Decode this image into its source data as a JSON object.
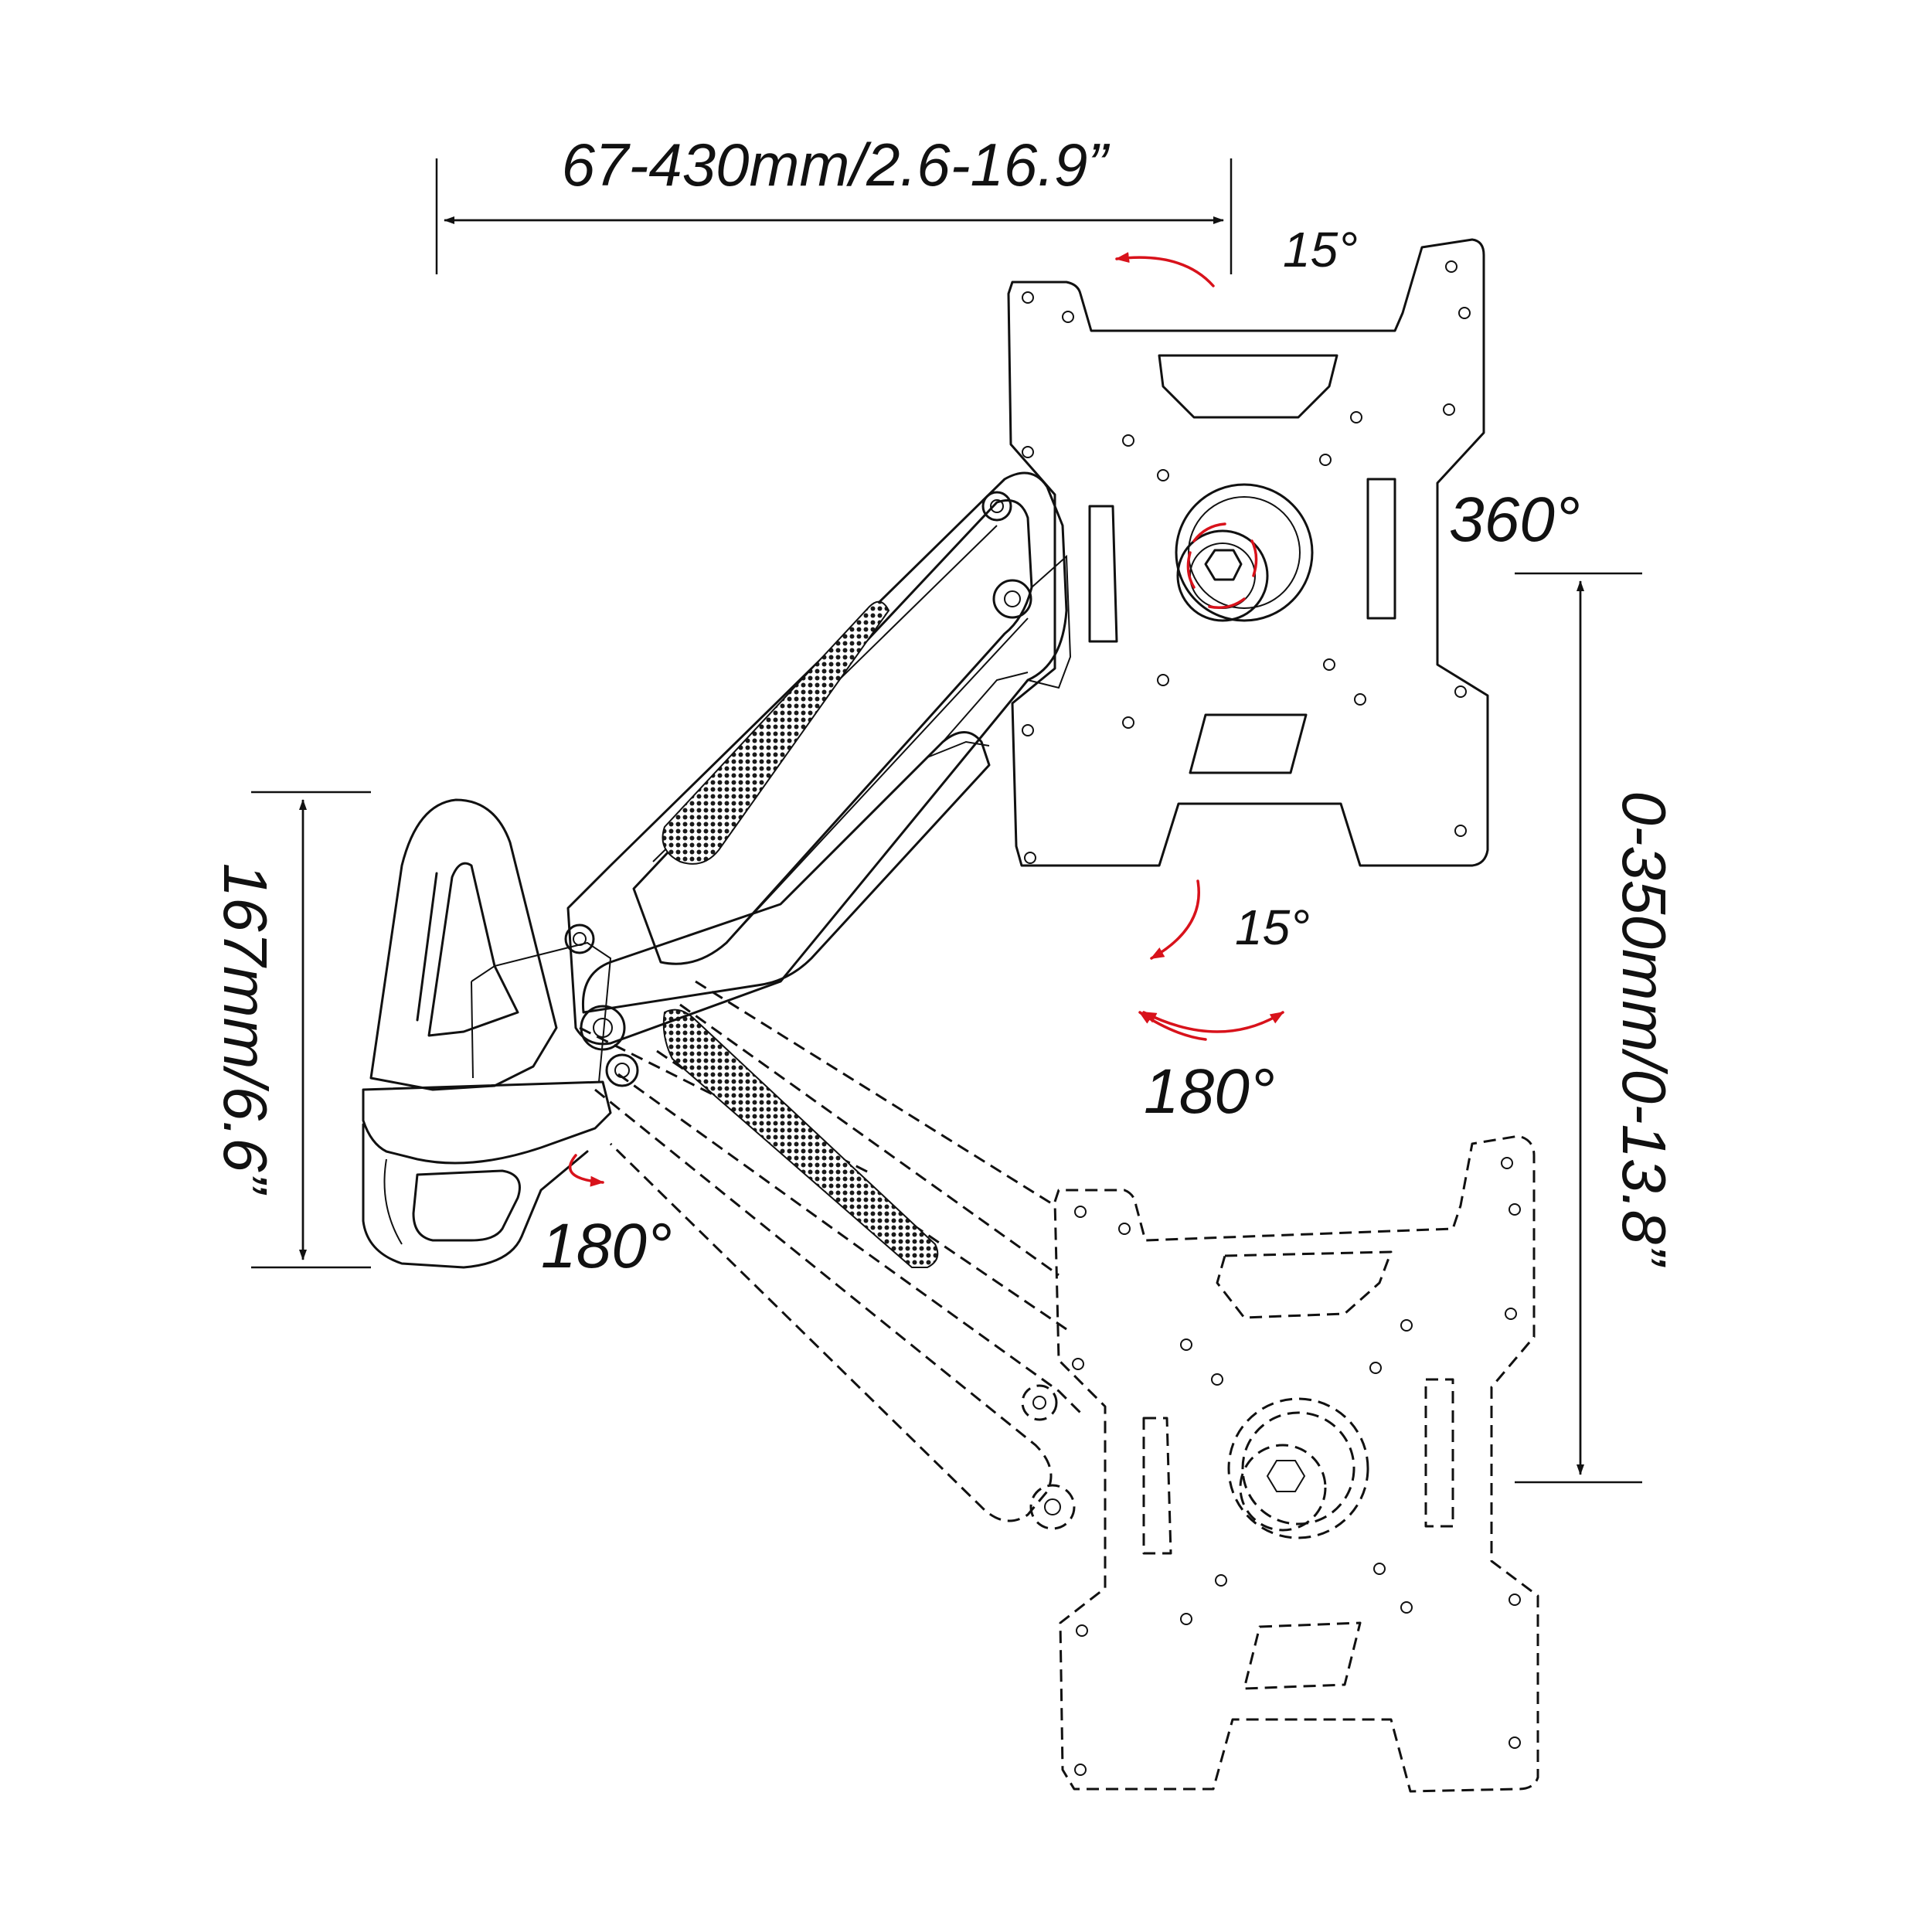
{
  "dimensions": {
    "width_range": "67-430mm/2.6-16.9”",
    "base_height": "167mm/6.6”",
    "height_range": "0-350mm/0-13.8”"
  },
  "angles": {
    "tilt_top": "15°",
    "rotate_plate": "360°",
    "tilt_bottom": "15°",
    "swivel_head": "180°",
    "swivel_base": "180°"
  },
  "colors": {
    "line": "#111111",
    "accent": "#d8121b",
    "background": "#ffffff"
  }
}
